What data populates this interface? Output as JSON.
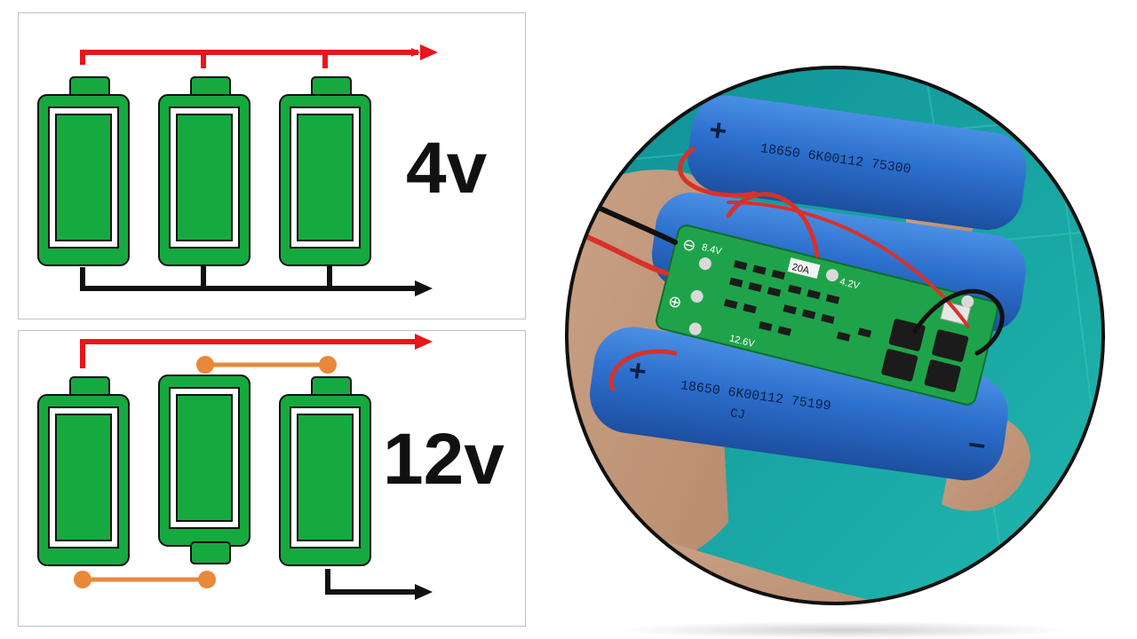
{
  "diagrams": {
    "parallel": {
      "voltage_label": "4v",
      "battery_count": 3
    },
    "series": {
      "voltage_label": "12v",
      "battery_count": 3
    }
  },
  "photo": {
    "battery_text_top": "18650 6K00112 75300",
    "battery_text_bottom": "18650 6K00112 75199",
    "cj_mark": "CJ",
    "plus_sign": "+",
    "minus_sign": "−",
    "bms_label_20a": "20A",
    "bms_label_84v": "8.4V",
    "bms_label_42v": "4.2V",
    "bms_label_126v": "12.6V",
    "bms_minus": "⊖",
    "bms_plus": "⊕"
  },
  "colors": {
    "battery_green": "#16a940",
    "battery_outline": "#111111",
    "positive_wire": "#e8151b",
    "negative_wire": "#111111",
    "series_link": "#e8883a",
    "battery_blue": "#2f74d0",
    "pcb_green": "#1fa34a",
    "background_teal": "#17aaa8"
  }
}
